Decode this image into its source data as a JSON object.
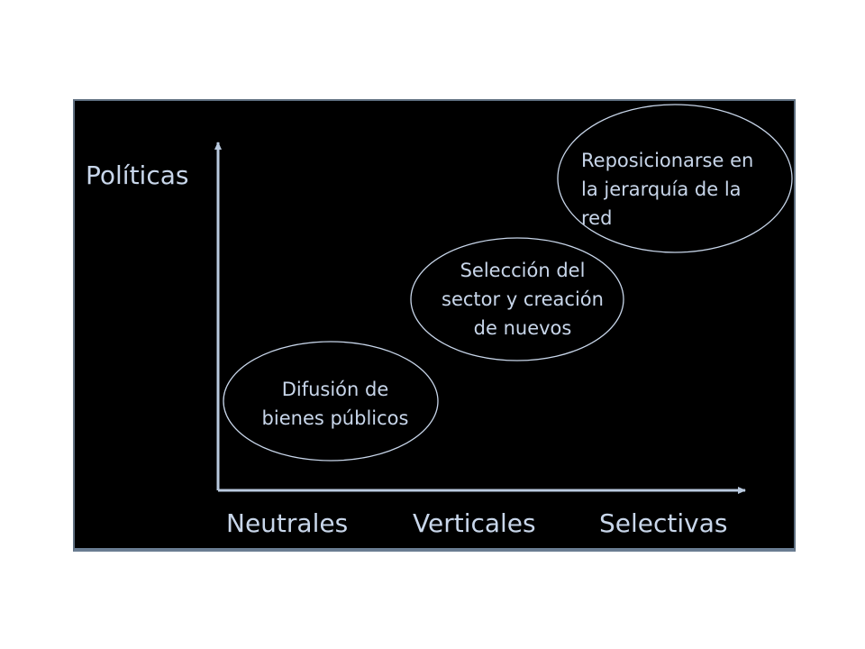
{
  "diagram": {
    "y_axis_label": "Políticas",
    "x_categories": [
      "Neutrales",
      "Verticales",
      "Selectivas"
    ],
    "stages": [
      {
        "lines": [
          "Difusión de",
          "bienes públicos"
        ]
      },
      {
        "lines": [
          "Selección del",
          "sector y creación",
          "de nuevos"
        ]
      },
      {
        "lines": [
          "Reposicionarse en",
          "la jerarquía de la",
          "red"
        ]
      }
    ]
  },
  "colors": {
    "background": "#000000",
    "text": "#c8d6ea",
    "lines": "#b9c9de",
    "frame": "#5f6f80"
  }
}
